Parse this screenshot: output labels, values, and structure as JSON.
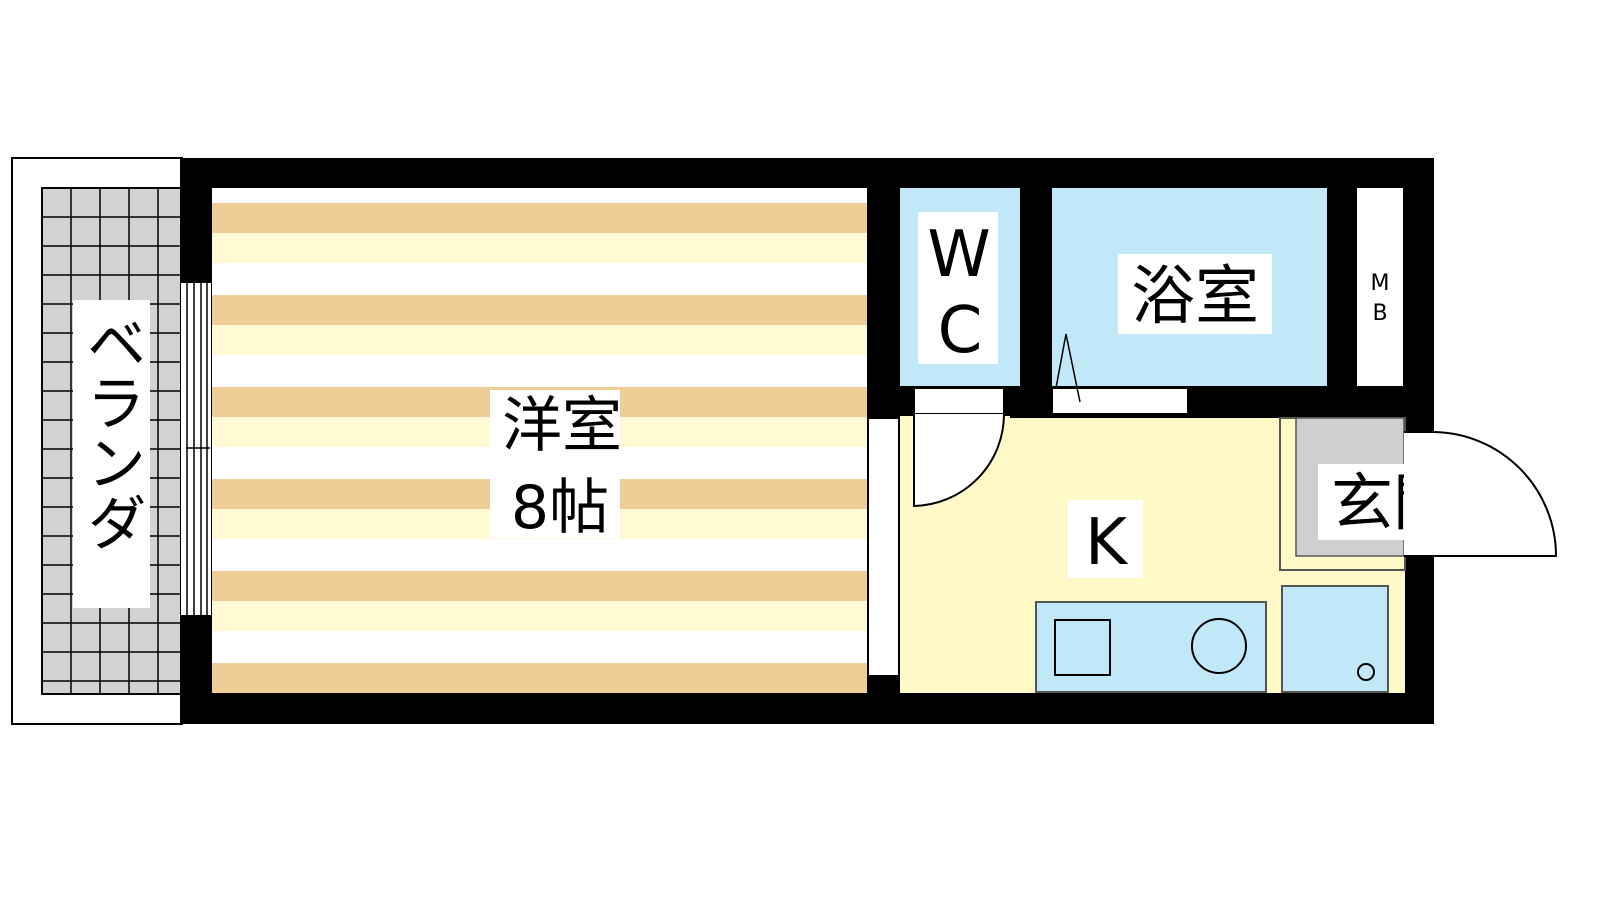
{
  "floor_plan": {
    "rooms": {
      "balcony": {
        "label": "ベランダ"
      },
      "western_room": {
        "label": "洋室",
        "size": "8帖"
      },
      "toilet": {
        "label_top": "W",
        "label_bottom": "C"
      },
      "bathroom": {
        "label": "浴室"
      },
      "meter_box": {
        "label_top": "M",
        "label_bottom": "B"
      },
      "kitchen": {
        "label": "K"
      },
      "entrance": {
        "label": "玄関"
      }
    },
    "colors": {
      "wall": "#000000",
      "stripe_orange": "#f0cd96",
      "stripe_cream": "#fff9d4",
      "kitchen_floor": "#fff9c8",
      "wet_area": "#c1e8f8",
      "balcony_tile": "#d2d2d2",
      "entrance_floor": "#cfcfcf"
    }
  }
}
